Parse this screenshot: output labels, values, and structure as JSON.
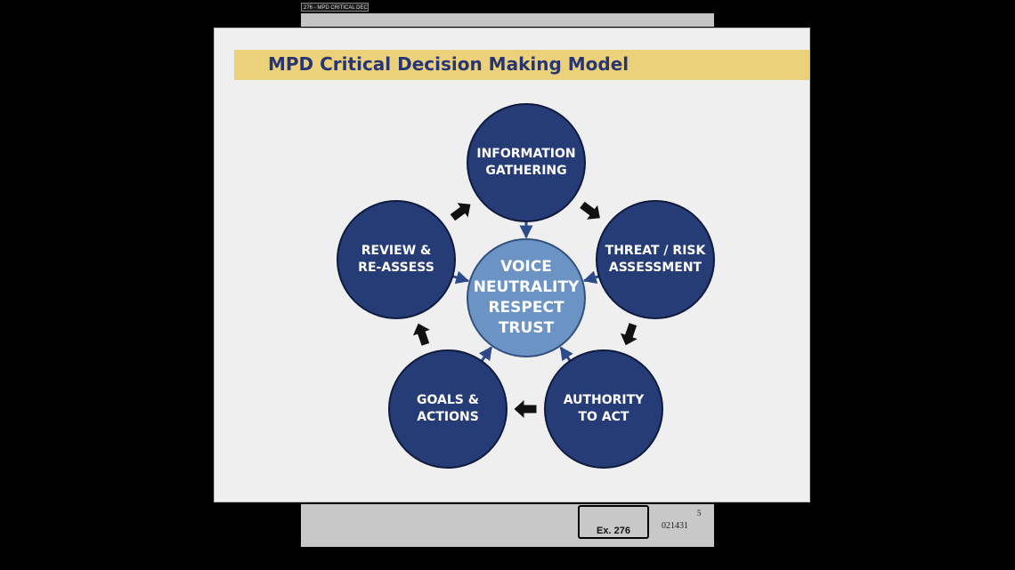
{
  "viewer": {
    "tab_label": "276 - MPD CRITICAL DEC..."
  },
  "slide": {
    "title": "MPD Critical Decision Making Model",
    "center": {
      "lines": [
        "VOICE",
        "NEUTRALITY",
        "RESPECT",
        "TRUST"
      ]
    },
    "nodes": [
      {
        "id": "information-gathering",
        "lines": [
          "INFORMATION",
          "GATHERING"
        ]
      },
      {
        "id": "threat-risk-assessment",
        "lines": [
          "THREAT / RISK",
          "ASSESSMENT"
        ]
      },
      {
        "id": "authority-to-act",
        "lines": [
          "AUTHORITY",
          "TO ACT"
        ]
      },
      {
        "id": "goals-actions",
        "lines": [
          "GOALS &",
          "ACTIONS"
        ]
      },
      {
        "id": "review-re-assess",
        "lines": [
          "REVIEW &",
          "RE-ASSESS"
        ]
      }
    ],
    "colors": {
      "node_fill": "#263c76",
      "center_fill": "#6b93c4",
      "title_bar": "#ebd27a",
      "title_text": "#283574",
      "cycle_arrow": "#111111",
      "inward_arrow": "#2e4a8a"
    }
  },
  "exhibit": {
    "label": "Ex. 276",
    "bates": "021431",
    "page": "5"
  }
}
